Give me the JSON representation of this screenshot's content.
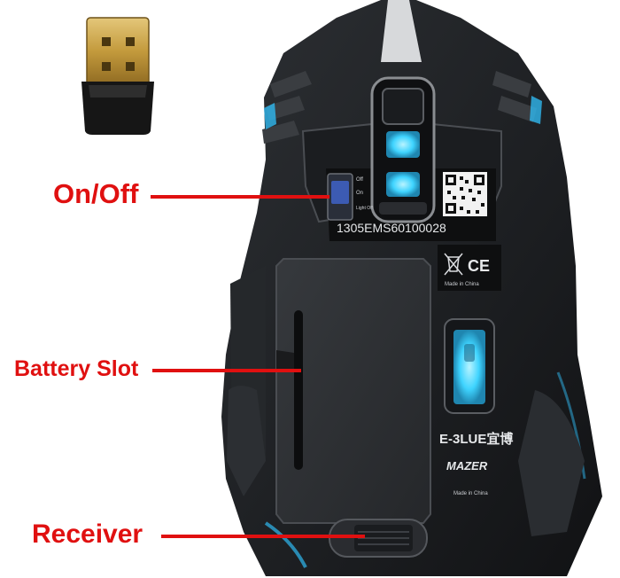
{
  "callouts": {
    "on_off": "On/Off",
    "battery_slot": "Battery Slot",
    "receiver": "Receiver"
  },
  "switch_labels": {
    "off": "Off",
    "on": "On",
    "light_off": "Light Off"
  },
  "serial_number": "1305EMS60100028",
  "cert_labels": {
    "ce": "CE",
    "made_in": "Made in China"
  },
  "brand": {
    "name": "E-3LUE宜博",
    "series": "MAZER",
    "made_in": "Made in China"
  },
  "colors": {
    "callout_red": "#e01010",
    "led_blue": "#3fd4ff",
    "body_black": "#1a1c1f"
  }
}
